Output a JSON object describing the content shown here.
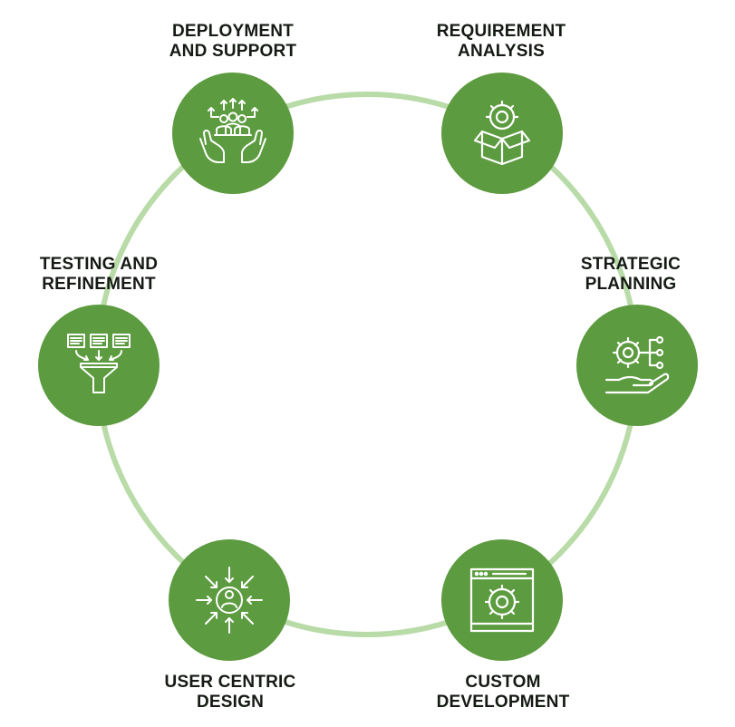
{
  "colors": {
    "ring": "#b9dba8",
    "node_fill": "#5c9b3f",
    "icon_stroke": "#ffffff",
    "label_text": "#151a14"
  },
  "steps": [
    {
      "label": "REQUIREMENT\nANALYSIS",
      "icon": "box-gear-icon"
    },
    {
      "label": "STRATEGIC\nPLANNING",
      "icon": "hand-gear-network-icon"
    },
    {
      "label": "CUSTOM\nDEVELOPMENT",
      "icon": "browser-gear-icon"
    },
    {
      "label": "USER CENTRIC\nDESIGN",
      "icon": "user-arrows-icon"
    },
    {
      "label": "TESTING AND\nREFINEMENT",
      "icon": "documents-funnel-icon"
    },
    {
      "label": "DEPLOYMENT\nAND SUPPORT",
      "icon": "hands-team-icon"
    }
  ]
}
